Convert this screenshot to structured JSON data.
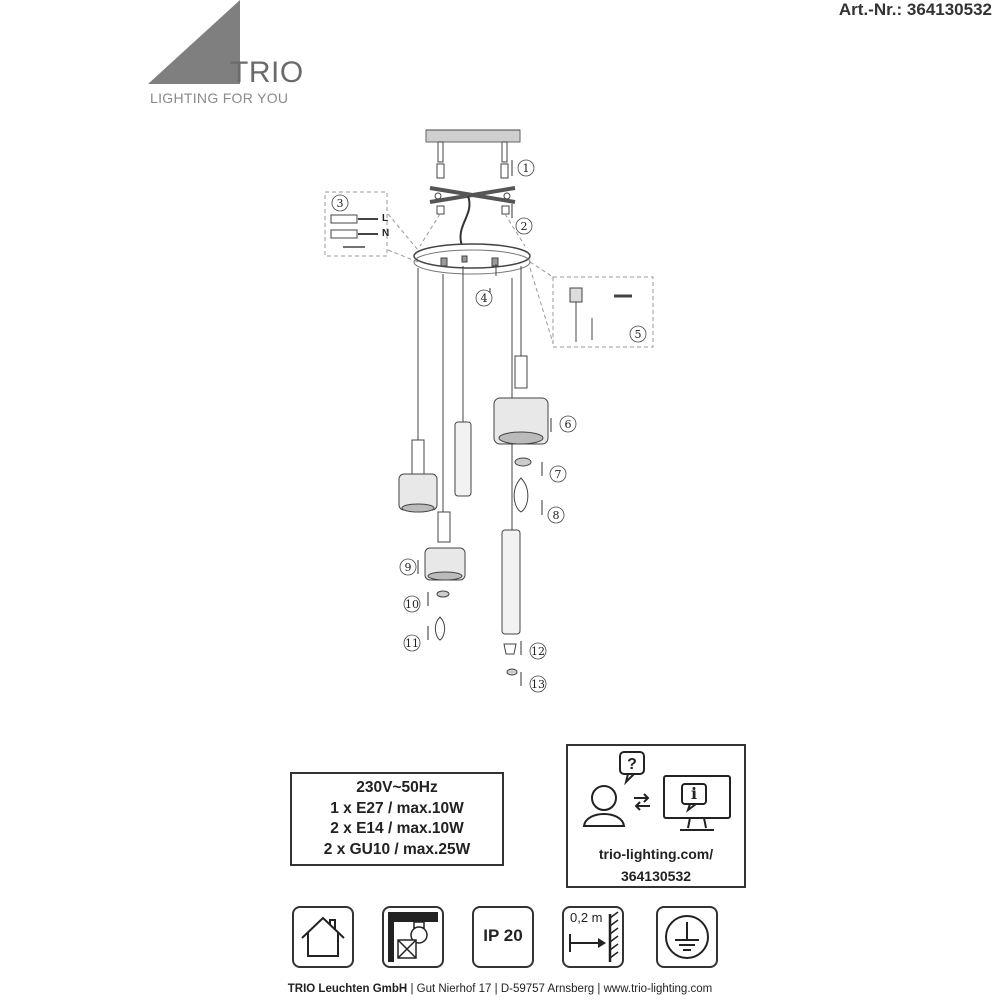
{
  "header": {
    "article_number": "Art.-Nr.: 364130532",
    "brand": "TRIO",
    "tagline": "LIGHTING FOR YOU"
  },
  "assembly": {
    "step_labels": [
      "1",
      "2",
      "3",
      "4",
      "5",
      "6",
      "7",
      "8",
      "9",
      "10",
      "11",
      "12",
      "13"
    ],
    "wiring_labels": {
      "live": "L",
      "neutral": "N"
    }
  },
  "specs": {
    "lines": [
      "230V~50Hz",
      "1 x E27 / max.10W",
      "2 x E14 / max.10W",
      "2 x GU10 / max.25W"
    ]
  },
  "info": {
    "url": "trio-lighting.com/",
    "article": "364130532"
  },
  "symbols": {
    "ip_rating": "IP 20",
    "distance": "0,2 m"
  },
  "footer": {
    "company": "TRIO Leuchten GmbH",
    "street": "Gut Nierhof 17",
    "city": "D-59757 Arnsberg",
    "web": "www.trio-lighting.com",
    "separator": "|"
  }
}
